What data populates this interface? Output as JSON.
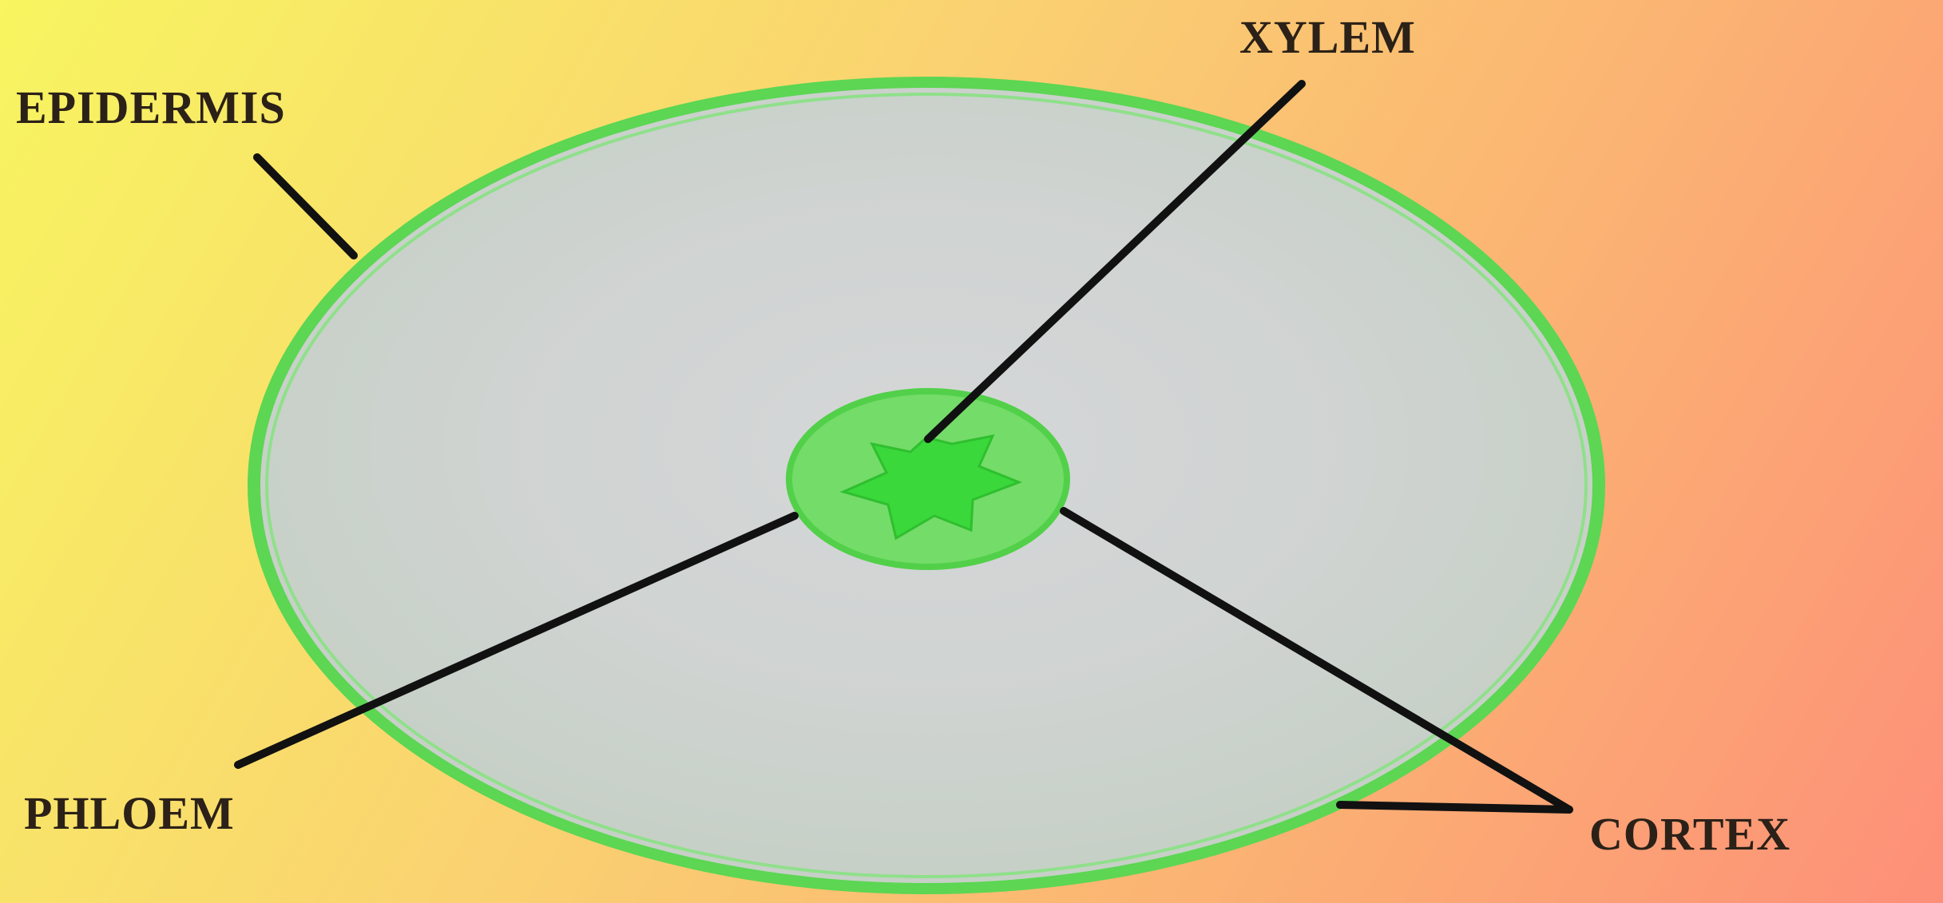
{
  "labels": {
    "epidermis": "EPIDERMIS",
    "xylem": "XYLEM",
    "phloem": "PHLOEM",
    "cortex": "CORTEX"
  },
  "colors": {
    "epidermis_ring": "#4fd64a",
    "cortex_fill": "#cfd3d1",
    "vascular_ring": "#67db5e",
    "xylem_star": "#3ad83a",
    "leader_line": "#111111",
    "label_text": "#2b2118"
  }
}
